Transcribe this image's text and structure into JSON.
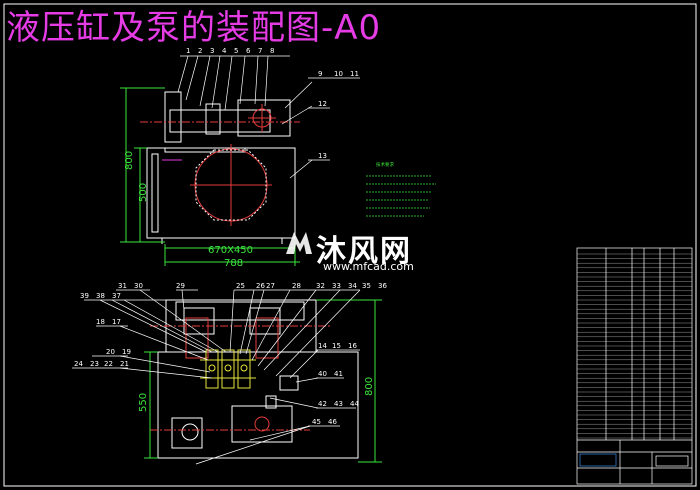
{
  "title": "液压缸及泵的装配图-A0",
  "watermark": {
    "main": "沐风网",
    "sub": "www.mfcad.com"
  },
  "dimensions": {
    "top_height": "800",
    "top_height_inner": "500",
    "top_width": "670X450",
    "top_width_outer": "788",
    "bottom_height_left": "550",
    "bottom_height_right": "800"
  },
  "part_numbers_top": [
    "1",
    "2",
    "3",
    "4",
    "5",
    "6",
    "7",
    "8",
    "9",
    "10",
    "11",
    "12",
    "13"
  ],
  "part_numbers_bottom": [
    "14",
    "15",
    "16",
    "17",
    "18",
    "19",
    "20",
    "21",
    "22",
    "23",
    "24",
    "25",
    "26",
    "27",
    "28",
    "29",
    "30",
    "31",
    "32",
    "33",
    "34",
    "35",
    "36",
    "37",
    "38",
    "39",
    "40",
    "41",
    "42",
    "43",
    "44",
    "45",
    "46"
  ],
  "notes_heading": "技术要求",
  "colors": {
    "frame": "#ffffff",
    "title": "#e63ce6",
    "dimension": "#3ce63c",
    "centerline": "#e63c3c",
    "highlight": "#e6e63c"
  }
}
